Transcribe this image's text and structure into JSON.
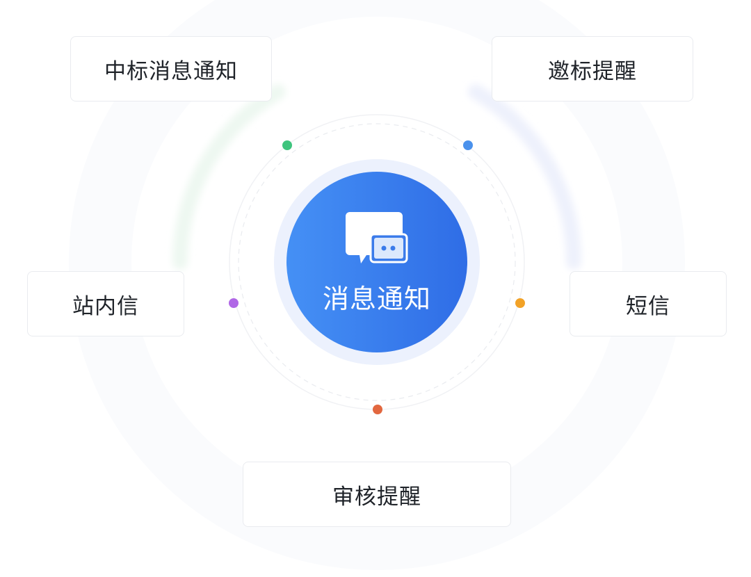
{
  "center": {
    "label": "消息通知",
    "icon": "chat-bubbles-icon",
    "color": "#3a7cee"
  },
  "nodes": {
    "zhongbiao": "中标消息通知",
    "yaobiao": "邀标提醒",
    "zhanneixin": "站内信",
    "duanxin": "短信",
    "shenhe": "审核提醒"
  },
  "dots": {
    "green": "#3ec47d",
    "blue": "#4a91ec",
    "purple": "#b067e6",
    "orange": "#f2a227",
    "red": "#e2673f"
  }
}
